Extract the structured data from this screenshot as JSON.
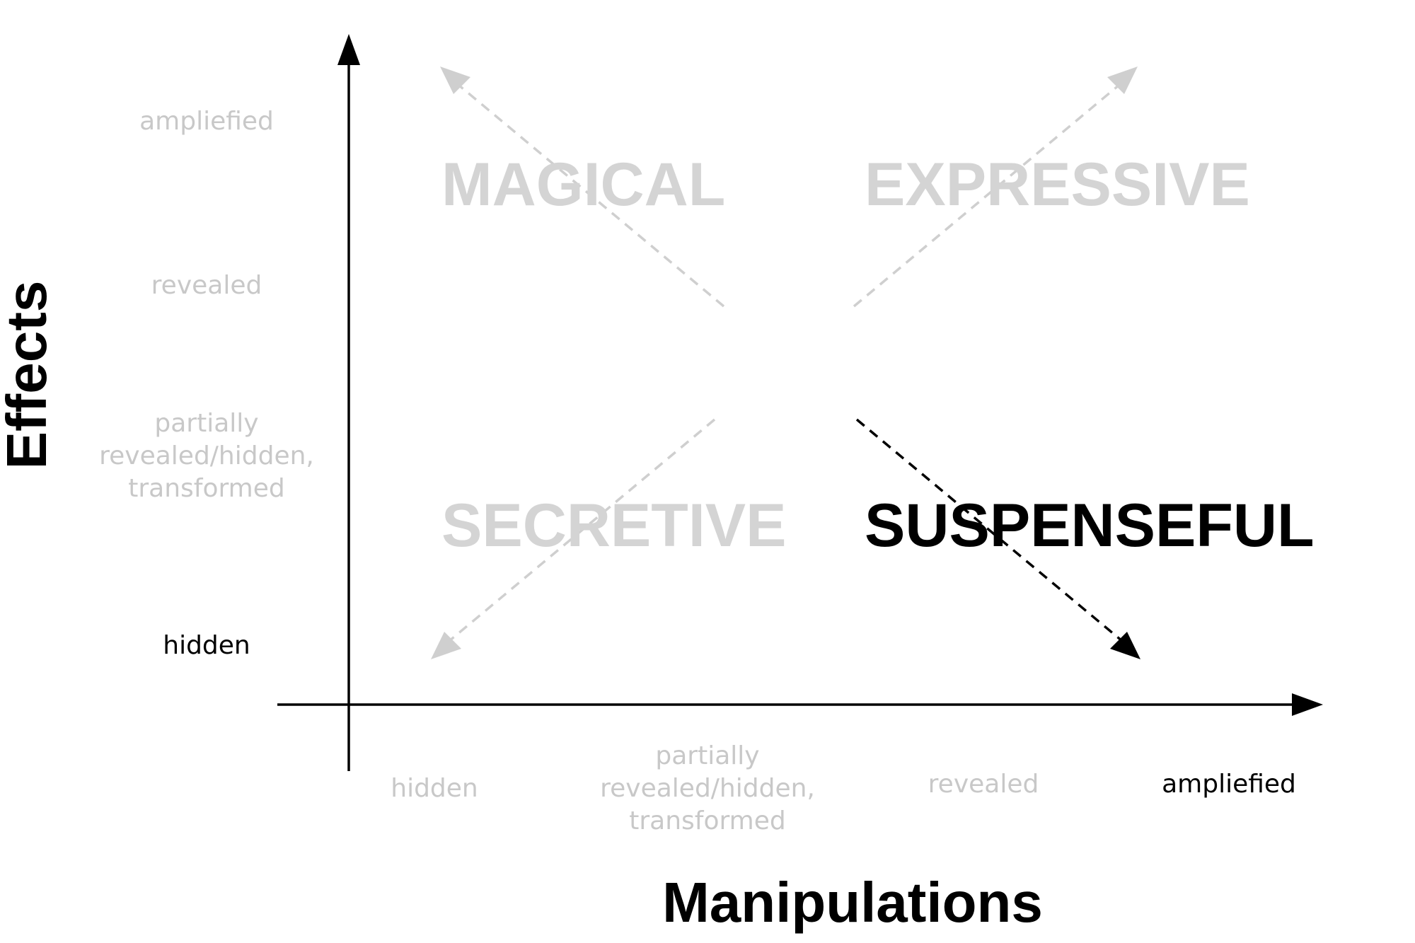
{
  "axes": {
    "x_title": "Manipulations",
    "y_title": "Effects",
    "x_ticks": [
      {
        "lines": [
          "hidden"
        ],
        "highlighted": false
      },
      {
        "lines": [
          "partially",
          "revealed/hidden,",
          "transformed"
        ],
        "highlighted": false
      },
      {
        "lines": [
          "revealed"
        ],
        "highlighted": false
      },
      {
        "lines": [
          "ampliefied"
        ],
        "highlighted": true
      }
    ],
    "y_ticks": [
      {
        "lines": [
          "ampliefied"
        ],
        "highlighted": false
      },
      {
        "lines": [
          "revealed"
        ],
        "highlighted": false
      },
      {
        "lines": [
          "partially",
          "revealed/hidden,",
          "transformed"
        ],
        "highlighted": false
      },
      {
        "lines": [
          "hidden"
        ],
        "highlighted": true
      }
    ]
  },
  "quadrants": [
    {
      "label": "MAGICAL",
      "arrow_direction": "up-left",
      "highlighted": false
    },
    {
      "label": "EXPRESSIVE",
      "arrow_direction": "up-right",
      "highlighted": false
    },
    {
      "label": "SECRETIVE",
      "arrow_direction": "down-left",
      "highlighted": false
    },
    {
      "label": "SUSPENSEFUL",
      "arrow_direction": "down-right",
      "highlighted": true
    }
  ],
  "colors": {
    "highlight": "#000000",
    "muted_text": "#c8c8c8",
    "muted_quadrant": "#d4d4d4",
    "muted_arrow": "#cfcfcf",
    "axis": "#000000"
  }
}
